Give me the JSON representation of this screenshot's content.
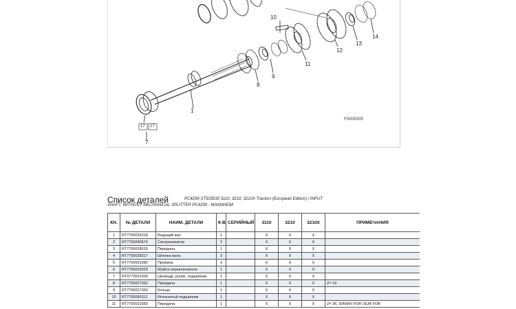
{
  "diagram": {
    "part_numbers": [
      "1",
      "7",
      "8",
      "9",
      "10",
      "11",
      "12",
      "13",
      "14"
    ],
    "callout_boxes": [
      "17",
      "17"
    ],
    "figure_code": "FD000305"
  },
  "parts_list": {
    "title": "Список деталей",
    "subtitle": "PC4299 ST503530 3110, 3210, 3210X Tractors (European Edition) / INPUT",
    "subtitle2": "SHAFT, WITHOUT MECHANICAL SPLITTER PC4299 - MANNHEIM",
    "columns": [
      "КН.",
      "№ ДЕТАЛИ",
      "НАИМ. ДЕТАЛИ",
      "К-ВО",
      "СЕРИЙНЫЙ №",
      "3110",
      "3210",
      "3210X",
      "ПРИМЕЧАНИЯ"
    ],
    "rows": [
      {
        "n": "1",
        "part": "RT7700036318",
        "name": "Ведущий вал",
        "qty": "1",
        "serial": "",
        "a": "X",
        "b": "X",
        "c": "X",
        "note": ""
      },
      {
        "n": "2",
        "part": "RT7700040674",
        "name": "Синхронизатор",
        "qty": "2",
        "serial": "",
        "a": "X",
        "b": "X",
        "c": "X",
        "note": ""
      },
      {
        "n": "3",
        "part": "RT7700028519",
        "name": "Передача",
        "qty": "1",
        "serial": "",
        "a": "X",
        "b": "X",
        "c": "X",
        "note": ""
      },
      {
        "n": "4",
        "part": "RT7700028317",
        "name": "Шпонка вала",
        "qty": "3",
        "serial": "",
        "a": "X",
        "b": "X",
        "c": "X",
        "note": ""
      },
      {
        "n": "5",
        "part": "RT7700031082",
        "name": "Пружина",
        "qty": "3",
        "serial": "",
        "a": "X",
        "b": "X",
        "c": "X",
        "note": ""
      },
      {
        "n": "6",
        "part": "RT7700033929",
        "name": "Муфта переключателя",
        "qty": "1",
        "serial": "",
        "a": "X",
        "b": "X",
        "c": "X",
        "note": ""
      },
      {
        "n": "7",
        "part": "RT0773031009",
        "name": "Цилиндр. ролик. подшипник",
        "qty": "1",
        "serial": "",
        "a": "X",
        "b": "X",
        "c": "X",
        "note": ""
      },
      {
        "n": "8",
        "part": "RT7700027362",
        "name": "Передача",
        "qty": "1",
        "serial": "",
        "a": "X",
        "b": "X",
        "c": "X",
        "note": "Z= 19"
      },
      {
        "n": "9",
        "part": "RT7700027363",
        "name": "Кольцо",
        "qty": "1",
        "serial": "",
        "a": "X",
        "b": "X",
        "c": "X",
        "note": ""
      },
      {
        "n": "10",
        "part": "RT7700090112",
        "name": "Игольчатый подшипник",
        "qty": "1",
        "serial": "",
        "a": "X",
        "b": "X",
        "c": "X",
        "note": ""
      },
      {
        "n": "11",
        "part": "RT7700031583",
        "name": "Передача",
        "qty": "1",
        "serial": "",
        "a": "X",
        "b": "X",
        "c": "X",
        "note": "Z= 36, 30KM/H FOR (SUB FOR"
      }
    ]
  }
}
